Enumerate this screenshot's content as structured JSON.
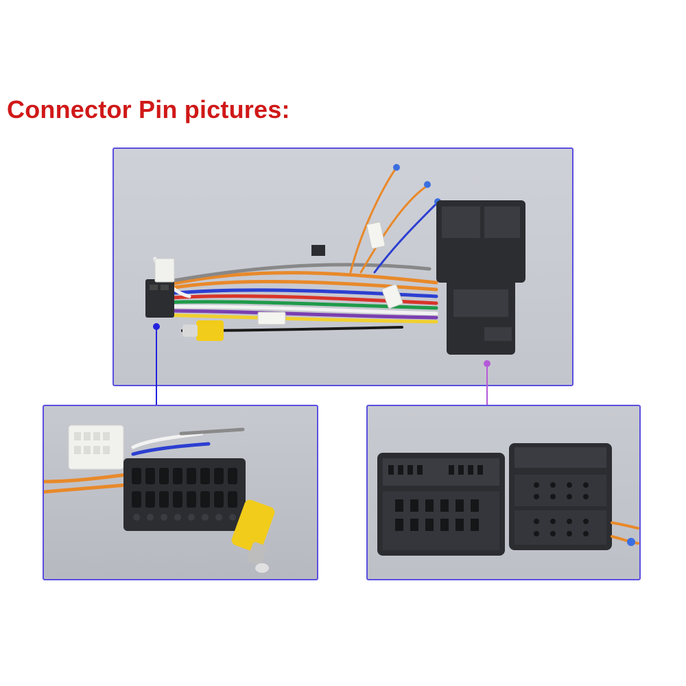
{
  "header": {
    "title": "Connector Pin pictures:"
  },
  "colors": {
    "title": "#d01818",
    "frame_border": "#5a4ee0",
    "leader_left": "#2222dd",
    "leader_right": "#b45ad8",
    "connector_black": "#2b2d31",
    "rca_yellow": "#f2cc1a",
    "plug_white": "#f1f1ee"
  },
  "photos": [
    {
      "id": "harness-overview",
      "icon": "wire-harness-icon"
    },
    {
      "id": "iso-plug-closeup",
      "icon": "iso-connector-icon"
    },
    {
      "id": "quadlock-plug-closeup",
      "icon": "quadlock-connector-icon"
    }
  ]
}
